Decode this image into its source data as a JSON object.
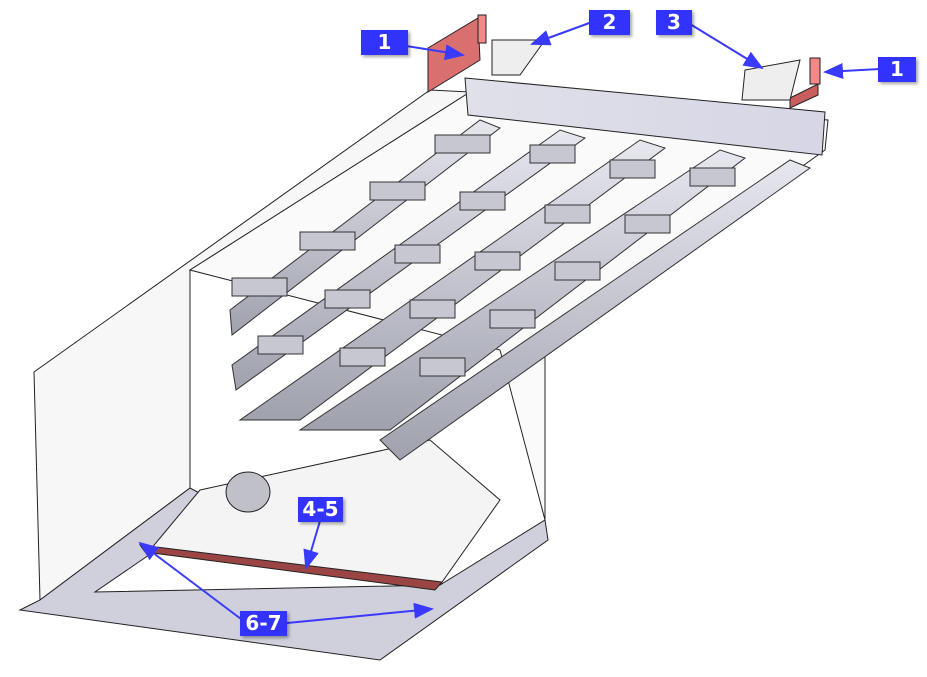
{
  "callouts": [
    {
      "id": "c1a",
      "label": "1"
    },
    {
      "id": "c2",
      "label": "2"
    },
    {
      "id": "c3",
      "label": "3"
    },
    {
      "id": "c1b",
      "label": "1"
    },
    {
      "id": "c45",
      "label": "4-5"
    },
    {
      "id": "c67",
      "label": "6-7"
    }
  ],
  "colors": {
    "callout": "#3333ff",
    "arrow": "#3a3aff",
    "highlight": "#d9706f",
    "seal": "#9a4444",
    "steel": "#d4d6e2",
    "floor": "#cfd0dc"
  }
}
